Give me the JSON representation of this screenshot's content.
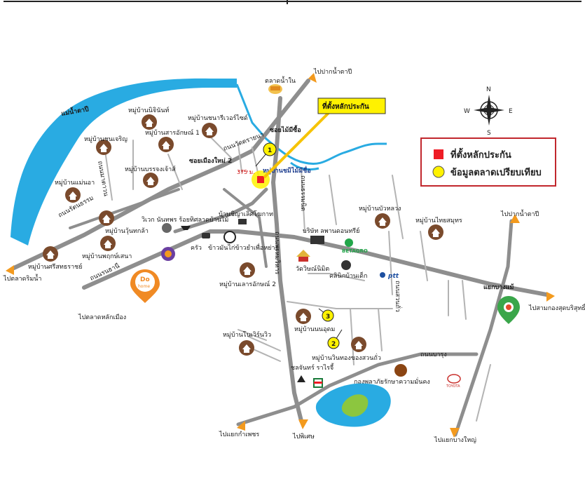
{
  "colors": {
    "river": "#29abe2",
    "road": "#8e8e8e",
    "road_minor": "#b3b3b3",
    "village_marker": "#7a4a2c",
    "arrow": "#f39a1e",
    "subject_marker": "#ee1c25",
    "comparable_marker": "#fff200",
    "legend_border": "#c1272d",
    "callout_bg": "#fff200"
  },
  "legend": {
    "items": [
      {
        "symbol": "red-square",
        "label": "ที่ตั้งหลักประกัน"
      },
      {
        "symbol": "yellow-circle",
        "label": "ข้อมูลตลาดเปรียบเทียบ"
      }
    ]
  },
  "callout": {
    "label": "ที่ตั้งหลักประกัน"
  },
  "compass": {
    "n": "N",
    "s": "S",
    "e": "E",
    "w": "W"
  },
  "river": {
    "label": "แม่น้ำตาปี"
  },
  "destinations": {
    "top_north": "ไปปากน้ำตาปี",
    "east_north": "ไปปากน้ำตาปี",
    "west": "ไปตลาดริมน้ำ",
    "southwest_1": "ไปตลาดหลักเมือง",
    "east": "ไปสามกองสุดบริสุทธิ์",
    "south_1": "ไปแยกกำเพชร",
    "south_2": "ไปพิเศษ",
    "south_3": "ไปแยกบางใหญ่"
  },
  "villages": [
    "หมู่บ้านนิจินันท์",
    "หมู่บ้านสารอักษณ์ 1",
    "หมู่บ้านชนารีเวอร์ไซด์",
    "หมู่บ้านชนเจริญ",
    "หมู่บ้านบรรจงเจ้าส์",
    "หมู่บ้านแม่นอา",
    "หมู่บ้านวุ้นทกล้า",
    "หมู่บ้านพฤกษ์เสนา",
    "หมู่บ้านศรีสทธราชย์",
    "หมู่บ้านเลารอักษณ์ 2",
    "หมู่บ้านบัวหลวง",
    "หมู่บ้านไทยสมุทร",
    "หมู่บ้านนนอุดม",
    "หมู่บ้านโนเวิร์นวิว",
    "หมู่บ้านวินทองของสวนถั่ว"
  ],
  "roads": {
    "soi_mamisue": "ซอยไม้มีซื้อ",
    "soi_mueang": "ซอยเมืองใหม่ 2",
    "road_v1": "ถนนวัดตรายนา",
    "road_v2": "ถนนมาตาวน",
    "road_v3": "ถนนพรหมวิหาร",
    "road_v4": "ถนนธรรมนิต",
    "road_v5": "ถนนสวนถั่ว",
    "road_h1": "ถนนรัตนธรรม",
    "road_h2": "ถนนรนธานี",
    "road_h3": "ถนนบารุง",
    "intersection": "แยกบางแม้"
  },
  "poi": {
    "market": "ตลาดน้ำใน",
    "ban_dong": "บ้านชิญาเลิศโฆกาท",
    "shrine": "วิเวก นันทพร ร้อยทิศลาดบ้านไม้",
    "khao_man": "ข้าวมันไก่ข้าวยำเพื่อหย่าย",
    "krua": "ครัว",
    "company": "บริษัท ลพานดอนทรีย์",
    "betagro": "BETAGRO",
    "wat": "วัดวิษณ์นิมิต",
    "clinic": "คลินิกบ้านเด็ก",
    "ptt": "ptt",
    "cemetery": "ชลจันทร์ ราไรจี้",
    "police": "กองพลาภัยรักษาความมั่นคง",
    "toyota": "TOYOTA",
    "dohome_top": "Do",
    "dohome_bottom": "home",
    "subject_label": "หมู่บ้านชมิไม้มีชื่อ",
    "distance": "375 ม."
  },
  "comparables": [
    {
      "id": "1",
      "value": "1"
    },
    {
      "id": "2",
      "value": "2"
    },
    {
      "id": "3",
      "value": "3"
    }
  ]
}
